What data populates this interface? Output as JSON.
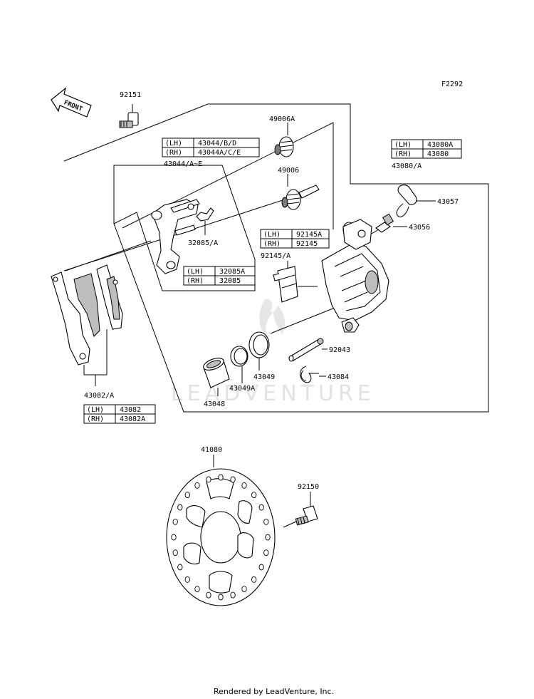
{
  "diagram_code": "F2292",
  "front_arrow_label": "FRONT",
  "watermark": "LEADVENTURE",
  "footer": "Rendered by LeadVenture, Inc.",
  "parts": {
    "p92151": "92151",
    "p49006A": "49006A",
    "p49006": "49006",
    "p43044": "43044/A~E",
    "p32085": "32085/A",
    "p92145": "92145/A",
    "p43080": "43080/A",
    "p43057": "43057",
    "p43056": "43056",
    "p92043": "92043",
    "p43084": "43084",
    "p43049": "43049",
    "p43049A": "43049A",
    "p43048": "43048",
    "p43082": "43082/A",
    "p41080": "41080",
    "p92150": "92150"
  },
  "tables": {
    "t43044": [
      {
        "side": "(LH)",
        "part": "43044/B/D"
      },
      {
        "side": "(RH)",
        "part": "43044A/C/E"
      }
    ],
    "t43080": [
      {
        "side": "(LH)",
        "part": "43080A"
      },
      {
        "side": "(RH)",
        "part": "43080"
      }
    ],
    "t92145": [
      {
        "side": "(LH)",
        "part": "92145A"
      },
      {
        "side": "(RH)",
        "part": "92145"
      }
    ],
    "t32085": [
      {
        "side": "(LH)",
        "part": "32085A"
      },
      {
        "side": "(RH)",
        "part": "32085"
      }
    ],
    "t43082": [
      {
        "side": "(LH)",
        "part": "43082"
      },
      {
        "side": "(RH)",
        "part": "43082A"
      }
    ]
  }
}
